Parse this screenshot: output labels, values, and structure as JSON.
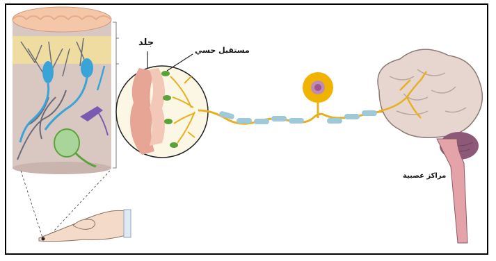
{
  "labels": {
    "skin": "جلد",
    "sensory_receptor": "مستقبل حسي",
    "nerve_centers": "مراكز عصبية"
  },
  "colors": {
    "border": "#000000",
    "nerve_fiber": "#e8b020",
    "myelin": "#9ec9d8",
    "cell_body": "#f0b400",
    "nucleus": "#a0558a",
    "brain": "#e6d6cf",
    "skin_tissue": "#e8b7a8",
    "receptor_blue": "#3aa3d8",
    "receptor_green": "#5aa33a",
    "receptor_purple": "#7a5ab0"
  }
}
